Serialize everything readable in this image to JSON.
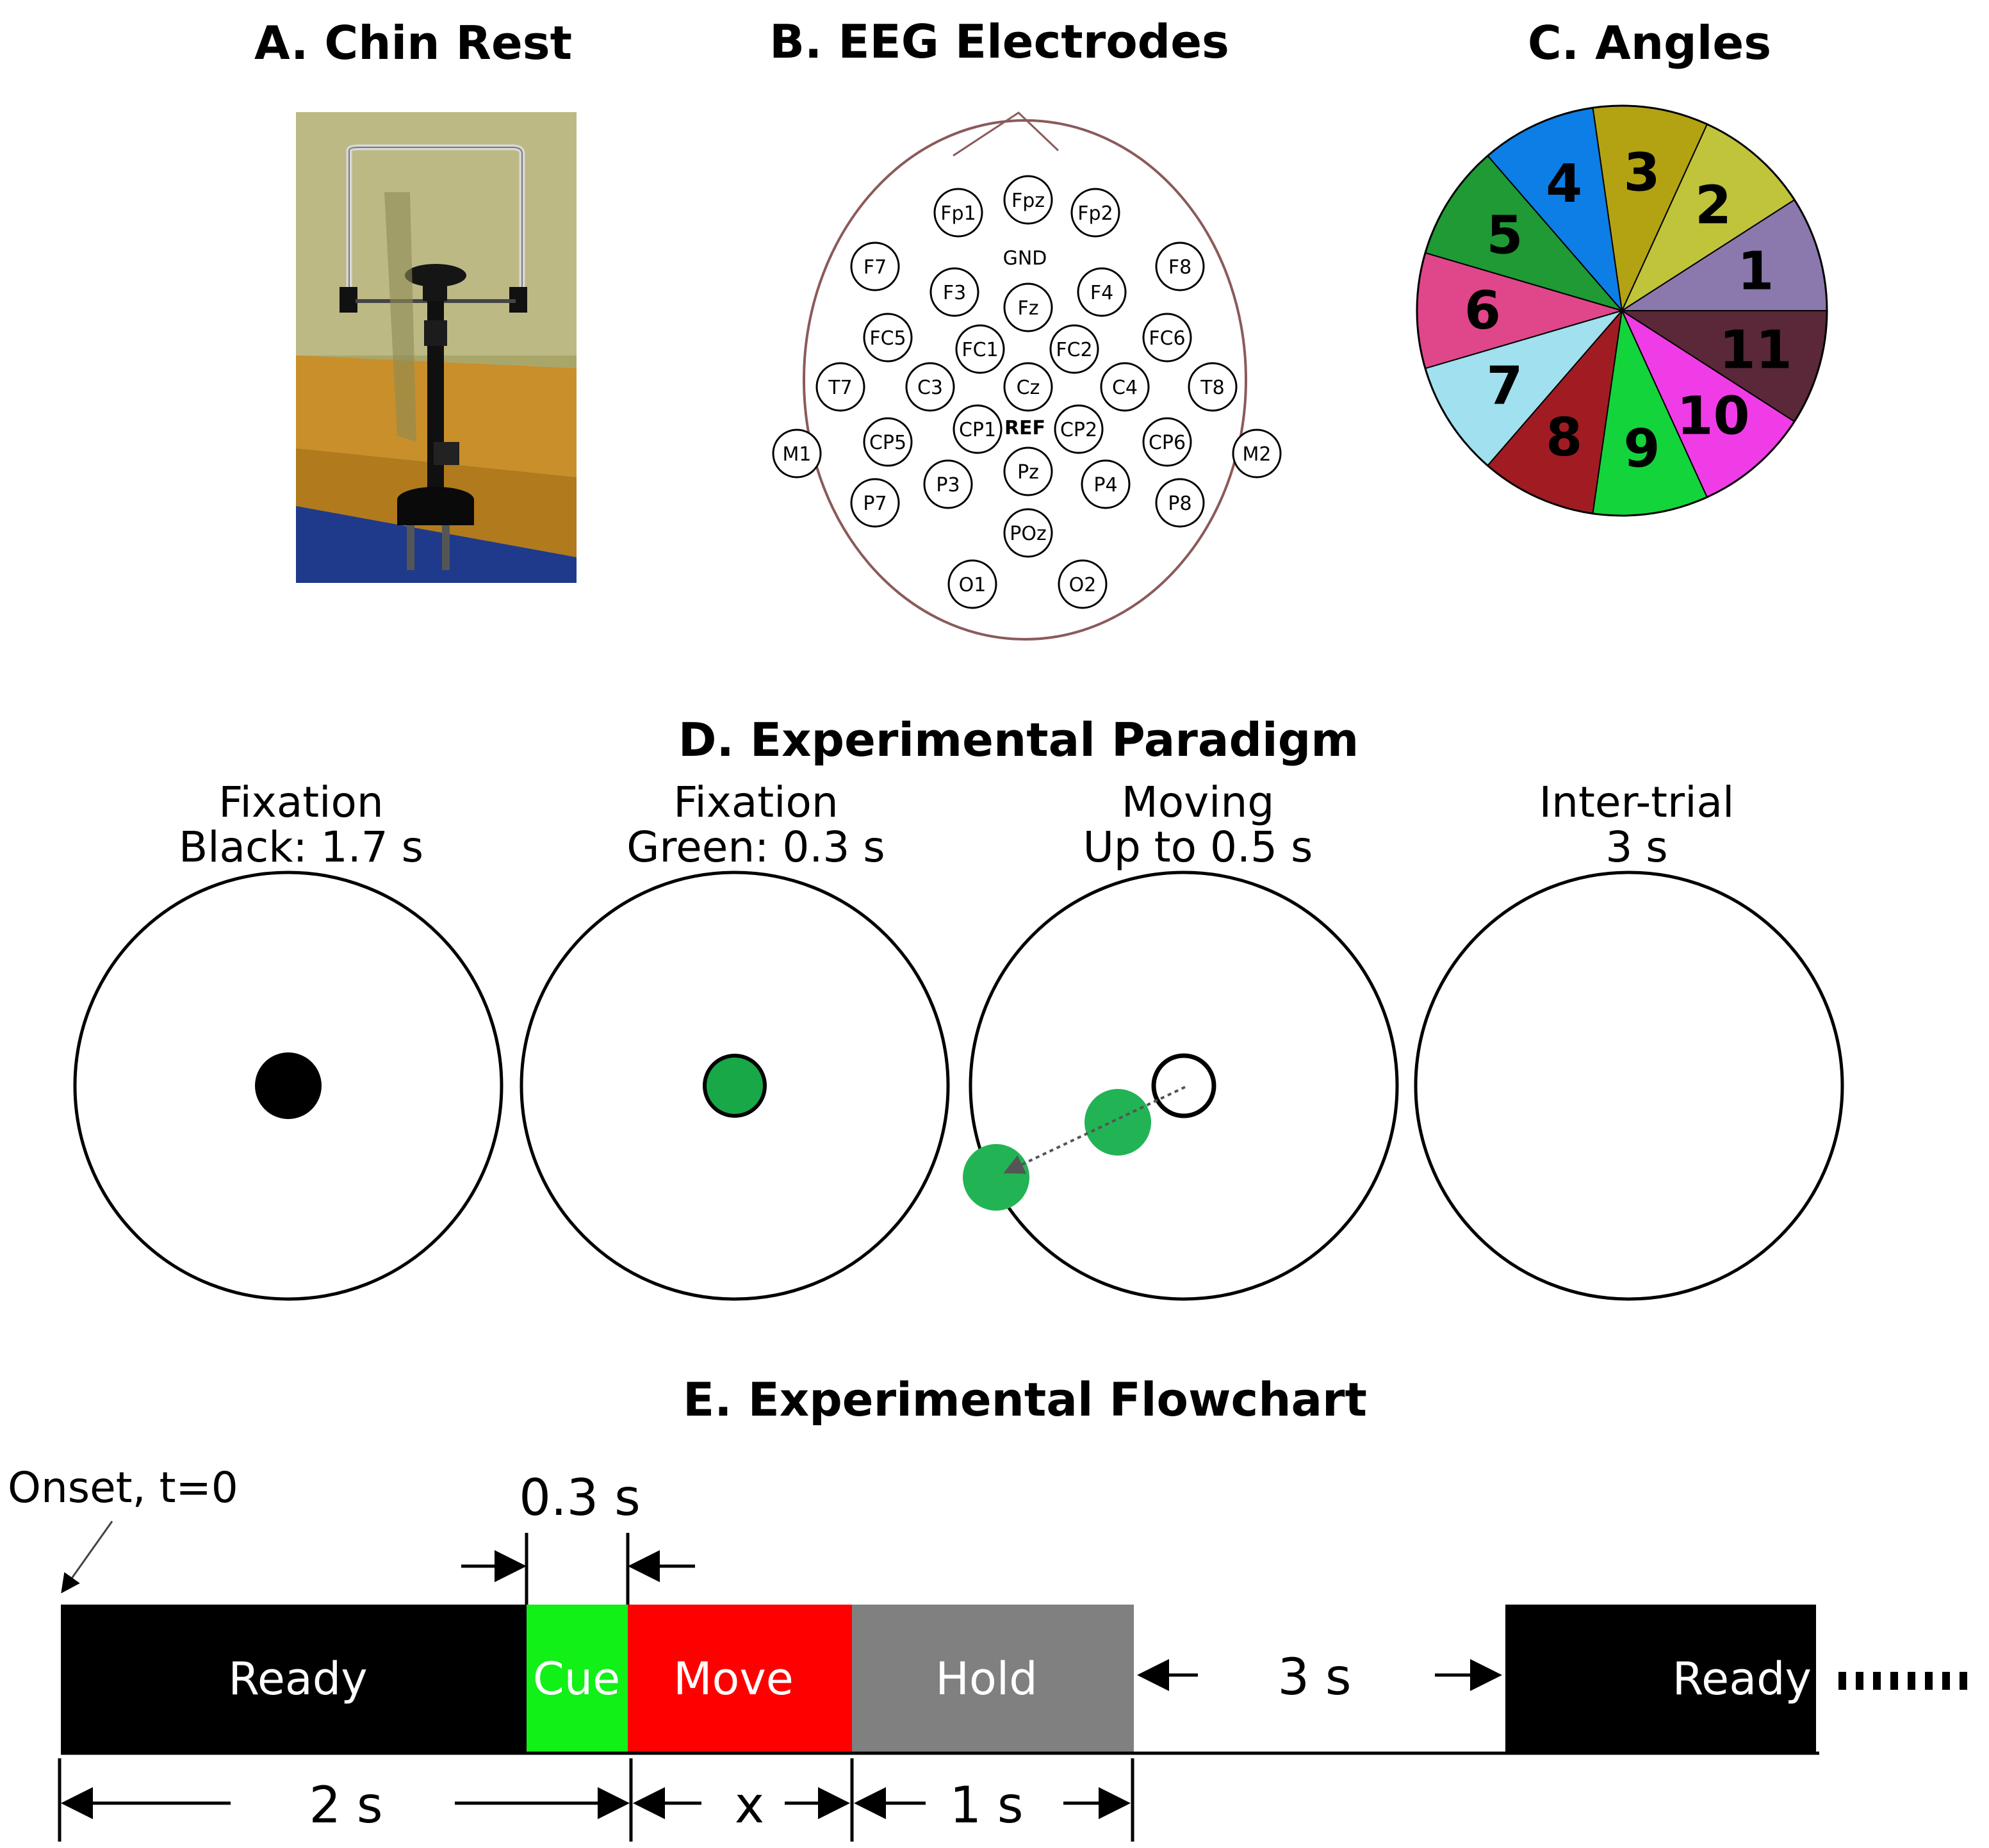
{
  "panels": {
    "a": {
      "title": "A. Chin Rest"
    },
    "b": {
      "title": "B. EEG Electrodes"
    },
    "c": {
      "title": "C. Angles"
    },
    "d": {
      "title": "D. Experimental Paradigm"
    },
    "e": {
      "title": "E. Experimental Flowchart"
    }
  },
  "electrodes": {
    "ground_label": "GND",
    "reference_label": "REF",
    "channels": [
      "Fp1",
      "Fpz",
      "Fp2",
      "F7",
      "F3",
      "Fz",
      "F4",
      "F8",
      "FC5",
      "FC1",
      "FC2",
      "FC6",
      "T7",
      "C3",
      "Cz",
      "C4",
      "T8",
      "CP5",
      "CP1",
      "CP2",
      "CP6",
      "P7",
      "P3",
      "Pz",
      "P4",
      "P8",
      "POz",
      "O1",
      "O2",
      "M1",
      "M2"
    ]
  },
  "angles": {
    "segments": [
      {
        "label": "1",
        "color": "#8b78ad"
      },
      {
        "label": "2",
        "color": "#bfc43a"
      },
      {
        "label": "3",
        "color": "#b3a312"
      },
      {
        "label": "4",
        "color": "#0d7ee5"
      },
      {
        "label": "5",
        "color": "#1f9a35"
      },
      {
        "label": "6",
        "color": "#e0468a"
      },
      {
        "label": "7",
        "color": "#a0e0ef"
      },
      {
        "label": "8",
        "color": "#a11c22"
      },
      {
        "label": "9",
        "color": "#14d43c"
      },
      {
        "label": "10",
        "color": "#f03ce6"
      },
      {
        "label": "11",
        "color": "#5a2838"
      }
    ]
  },
  "paradigm": {
    "steps": [
      {
        "line1": "Fixation",
        "line2": "Black: 1.7 s"
      },
      {
        "line1": "Fixation",
        "line2": "Green: 0.3 s"
      },
      {
        "line1": "Moving",
        "line2": "Up to 0.5 s"
      },
      {
        "line1": "Inter-trial",
        "line2": "3 s"
      }
    ],
    "colors": {
      "fixation_black": "#000000",
      "fixation_green": "#18a848",
      "target_green": "#22b355"
    }
  },
  "flowchart": {
    "onset_label": "Onset, t=0",
    "cue_duration_label": "0.3 s",
    "gap_label": "3 s",
    "bottom": {
      "ready_duration": "2 s",
      "move_duration": "x",
      "hold_duration": "1 s"
    },
    "blocks": [
      {
        "label": "Ready",
        "color": "#000000",
        "text_color": "#ffffff"
      },
      {
        "label": "Cue",
        "color": "#11f017",
        "text_color": "#ffffff"
      },
      {
        "label": "Move",
        "color": "#ff0000",
        "text_color": "#ffffff"
      },
      {
        "label": "Hold",
        "color": "#808080",
        "text_color": "#ffffff"
      },
      {
        "label": "Ready",
        "color": "#000000",
        "text_color": "#ffffff"
      }
    ]
  }
}
